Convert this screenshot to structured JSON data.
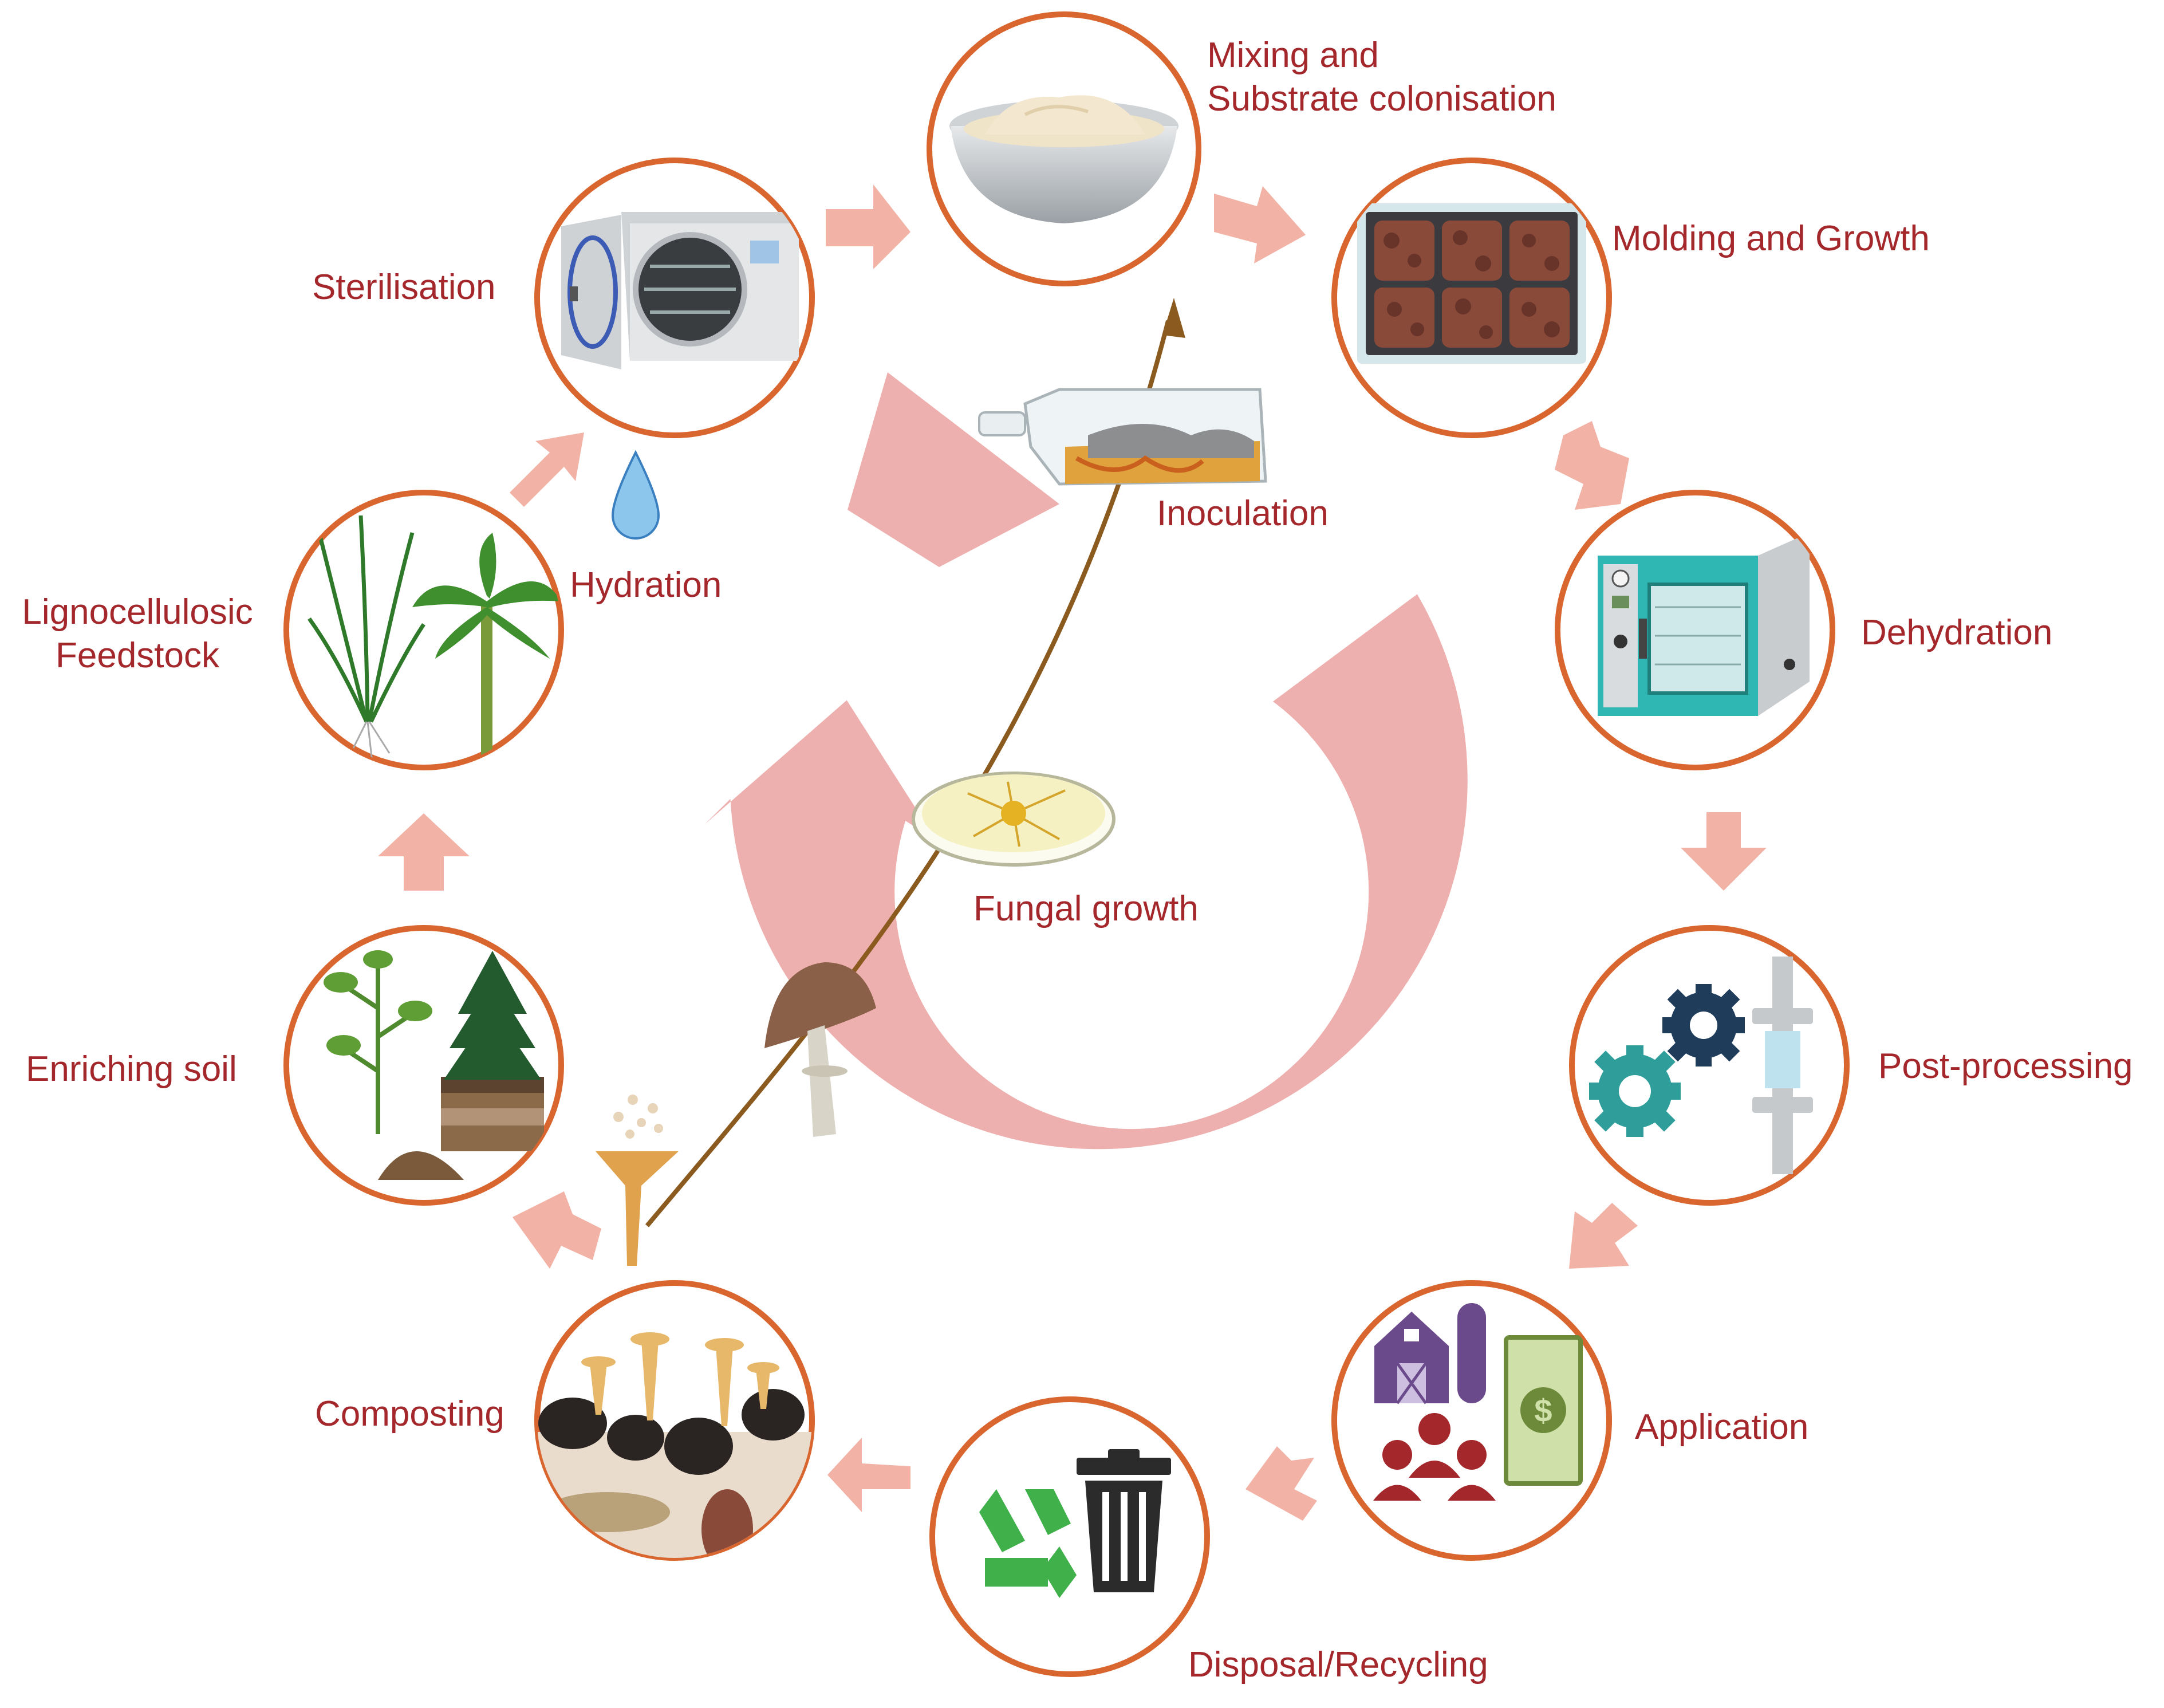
{
  "colors": {
    "label_text": "#a3272b",
    "circle_border": "#d9652f",
    "step_arrow": "#f2b2a6",
    "cycle_arrow": "#eeb0ae",
    "inoculation_line": "#8b5a1f"
  },
  "steps": {
    "mixing": {
      "label_line1": "Mixing and",
      "label_line2": "Substrate colonisation",
      "icon": "mixing-bowl-icon"
    },
    "molding": {
      "label": "Molding and Growth",
      "icon": "mold-tray-icon"
    },
    "dehydration": {
      "label": "Dehydration",
      "icon": "drying-oven-icon"
    },
    "postprocessing": {
      "label": "Post-processing",
      "icon": "gears-icon"
    },
    "application": {
      "label": "Application",
      "icon": "barn-people-money-icon"
    },
    "disposal": {
      "label": "Disposal/Recycling",
      "icon": "recycle-trash-icon"
    },
    "composting": {
      "label": "Composting",
      "icon": "compost-mushrooms-icon"
    },
    "enriching": {
      "label": "Enriching soil",
      "icon": "soil-plants-icon"
    },
    "feedstock": {
      "label_line1": "Lignocellulosic",
      "label_line2": "Feedstock",
      "icon": "grass-banana-plant-icon"
    },
    "sterilisation": {
      "label": "Sterilisation",
      "icon": "autoclave-icon"
    }
  },
  "center": {
    "hydration_label": "Hydration",
    "inoculation_label": "Inoculation",
    "fungal_growth_label": "Fungal growth"
  }
}
